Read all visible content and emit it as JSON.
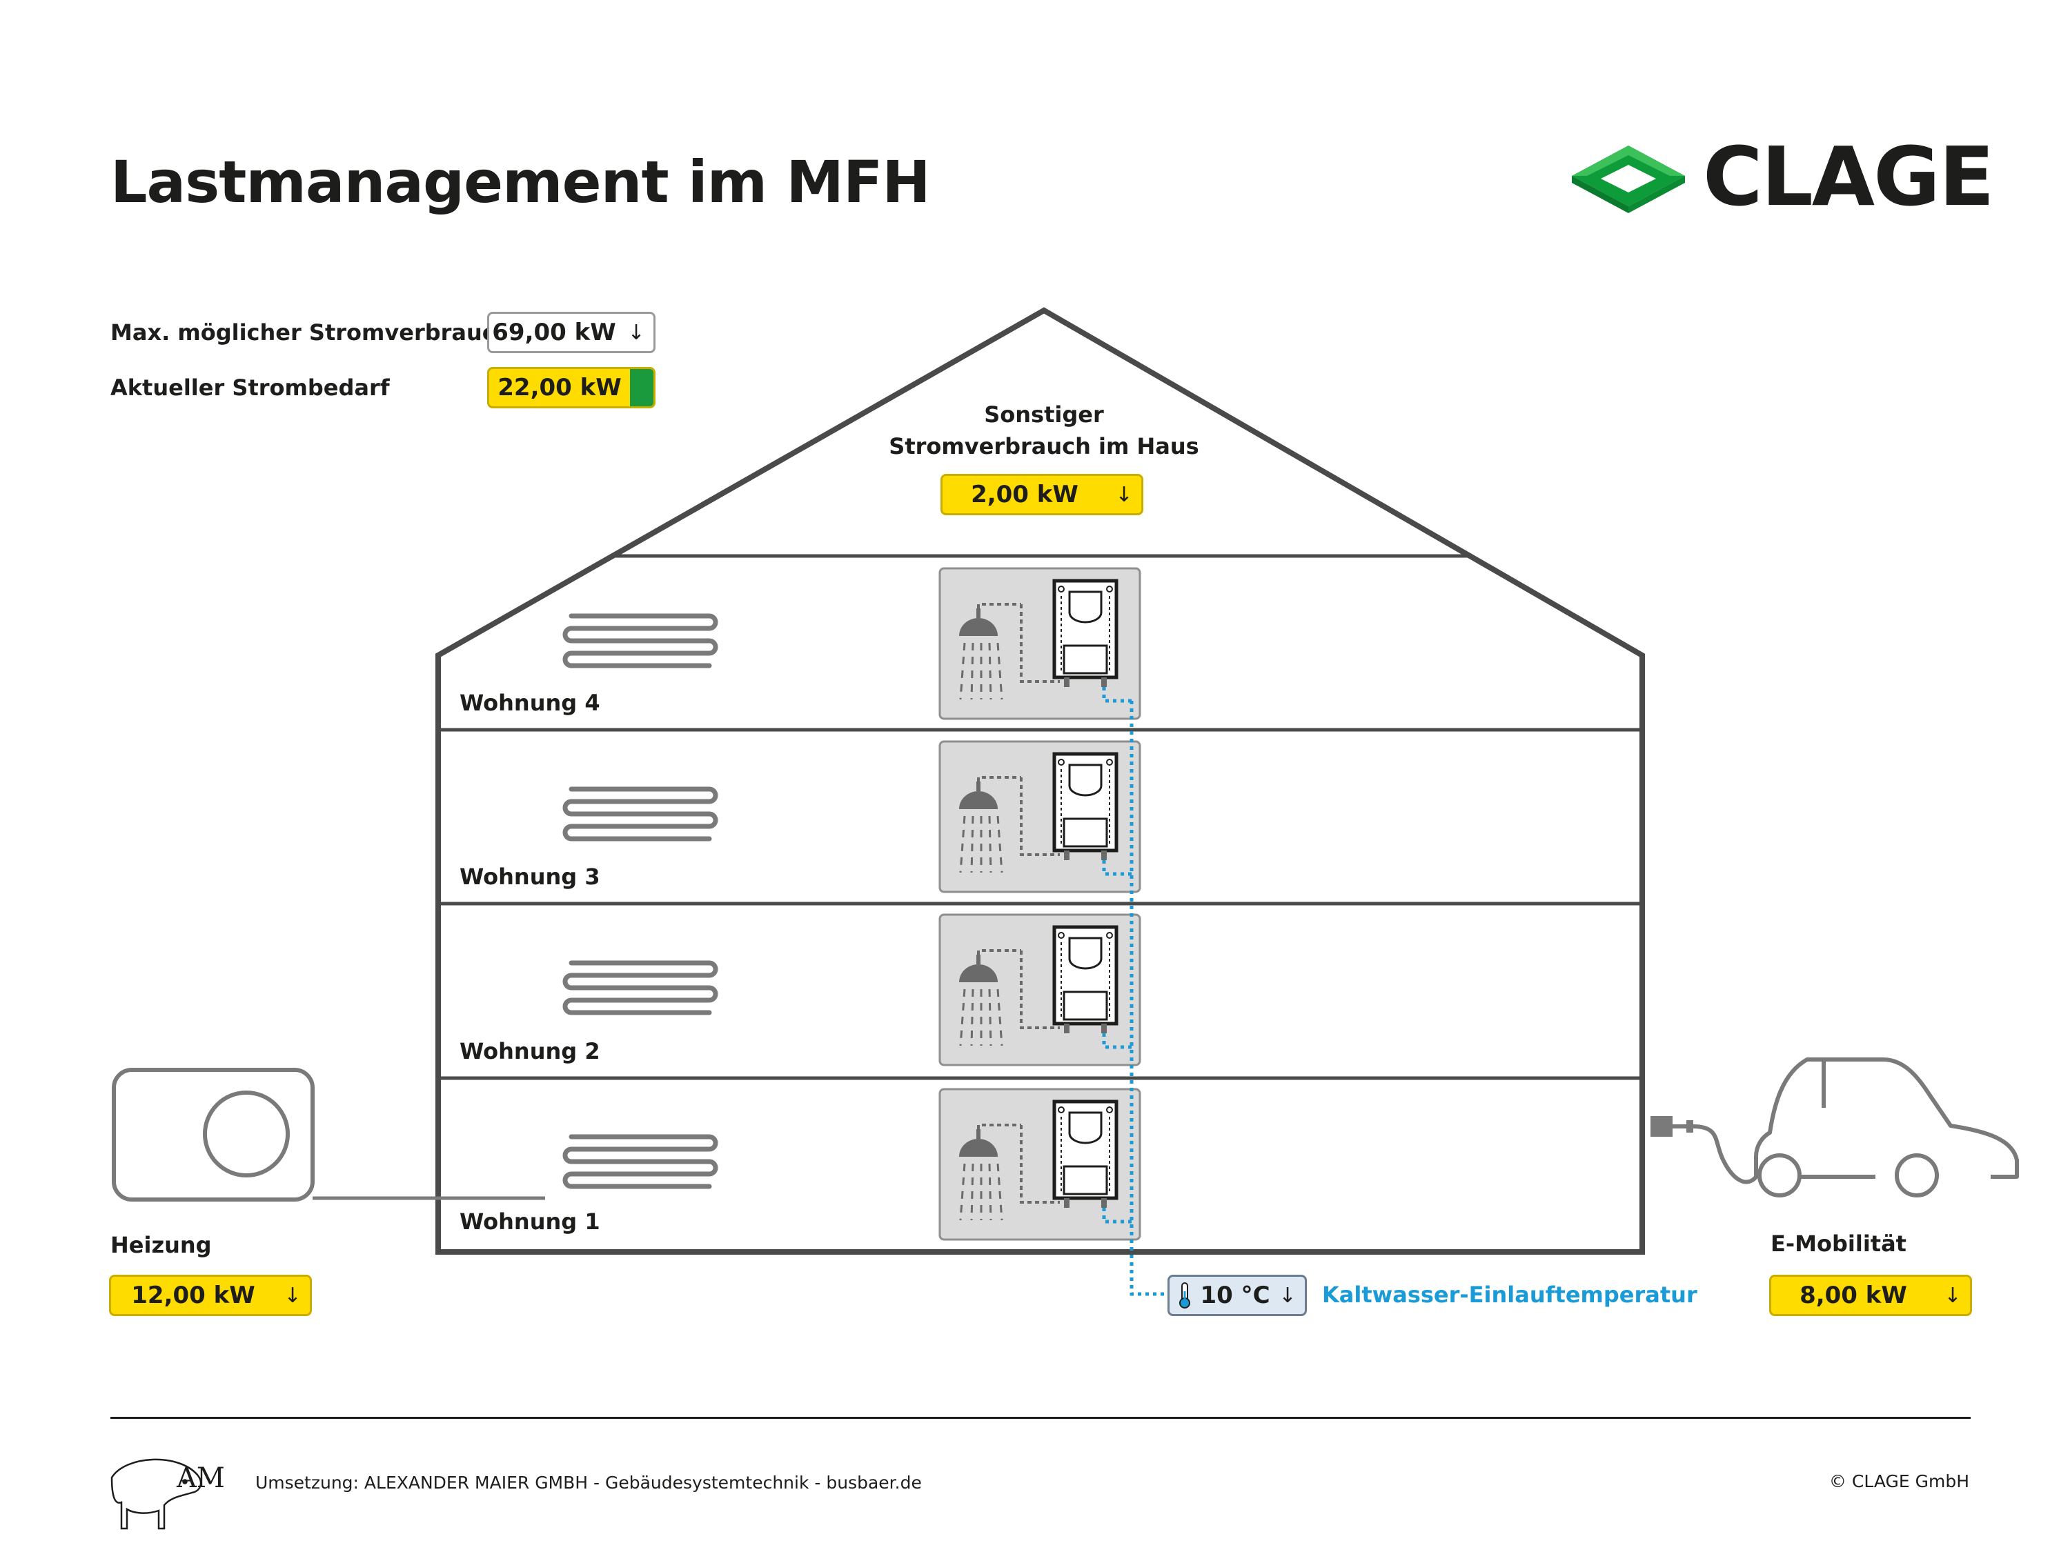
{
  "header": {
    "title": "Lastmanagement im MFH"
  },
  "logo": {
    "text": "CLAGE",
    "color": "#0e9b3a",
    "icon": "clage-diamond-logo"
  },
  "summary": {
    "max_label": "Max. möglicher Stromverbrauch",
    "max_value": "69,00 kW",
    "current_label": "Aktueller Strombedarf",
    "current_value": "22,00 kW",
    "current_level_color": "#1a9a3c"
  },
  "roof": {
    "label_line1": "Sonstiger",
    "label_line2": "Stromverbrauch im Haus",
    "value": "2,00 kW"
  },
  "floors": [
    {
      "label": "Wohnung 4"
    },
    {
      "label": "Wohnung 3"
    },
    {
      "label": "Wohnung 2"
    },
    {
      "label": "Wohnung 1"
    }
  ],
  "heating": {
    "label": "Heizung",
    "value": "12,00 kW",
    "icon": "heat-pump-icon"
  },
  "emobility": {
    "label": "E-Mobilität",
    "value": "8,00 kW",
    "icon": "electric-car-icon"
  },
  "cold_water": {
    "value": "10 °C",
    "label": "Kaltwasser-Einlauftemperatur",
    "color": "#1a9ad6",
    "icon": "thermometer-icon"
  },
  "arrow_symbol": "↓",
  "footer": {
    "credit": "Umsetzung: ALEXANDER MAIER GMBH - Gebäudesystemtechnik - busbaer.de",
    "copyright": "© CLAGE GmbH",
    "logo_text": "AM"
  }
}
